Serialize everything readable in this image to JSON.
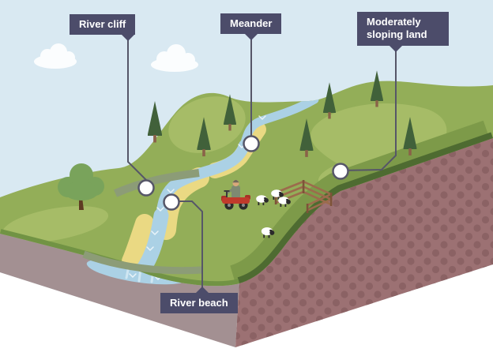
{
  "callouts": [
    {
      "id": "river-cliff",
      "text": "River cliff"
    },
    {
      "id": "meander",
      "text": "Meander"
    },
    {
      "id": "moderately-sloping-land",
      "text": "Moderately sloping land"
    },
    {
      "id": "river-beach",
      "text": "River beach"
    }
  ],
  "scene": {
    "description": "Cut-away block illustration of a river valley",
    "objects": [
      "hills",
      "river",
      "meander bend",
      "sandy river beaches",
      "river cliff overhang",
      "plunge pool",
      "conifer trees",
      "broadleaf tree",
      "clouds",
      "farmer on quad bike",
      "sheep",
      "sheep pen",
      "dotted soil cliff face"
    ]
  },
  "palette": {
    "sky": "#d9e9f2",
    "slope": "#a39092",
    "cliff": "#9c7173",
    "cliff_dot": "#8b6264",
    "grass": "#93ae58",
    "grass_light": "#a6bc67",
    "grass_dark": "#7d9a49",
    "rim_dark": "#4e6b31",
    "rim_olive": "#719344",
    "sage": "#8c9c77",
    "sand": "#ead983",
    "river": "#abd1e5",
    "river_light": "#cfe6f2",
    "line": "#565668",
    "label_bg": "#4c4c6a",
    "label_text": "#ffffff",
    "conifer": "#41613a",
    "trunk": "#8a6248",
    "canopy": "#79a35b",
    "canopy_trunk": "#5e3c22",
    "fence": "#9c6b4c",
    "fence_dark": "#7d5338",
    "quad_red": "#c03a2b"
  }
}
